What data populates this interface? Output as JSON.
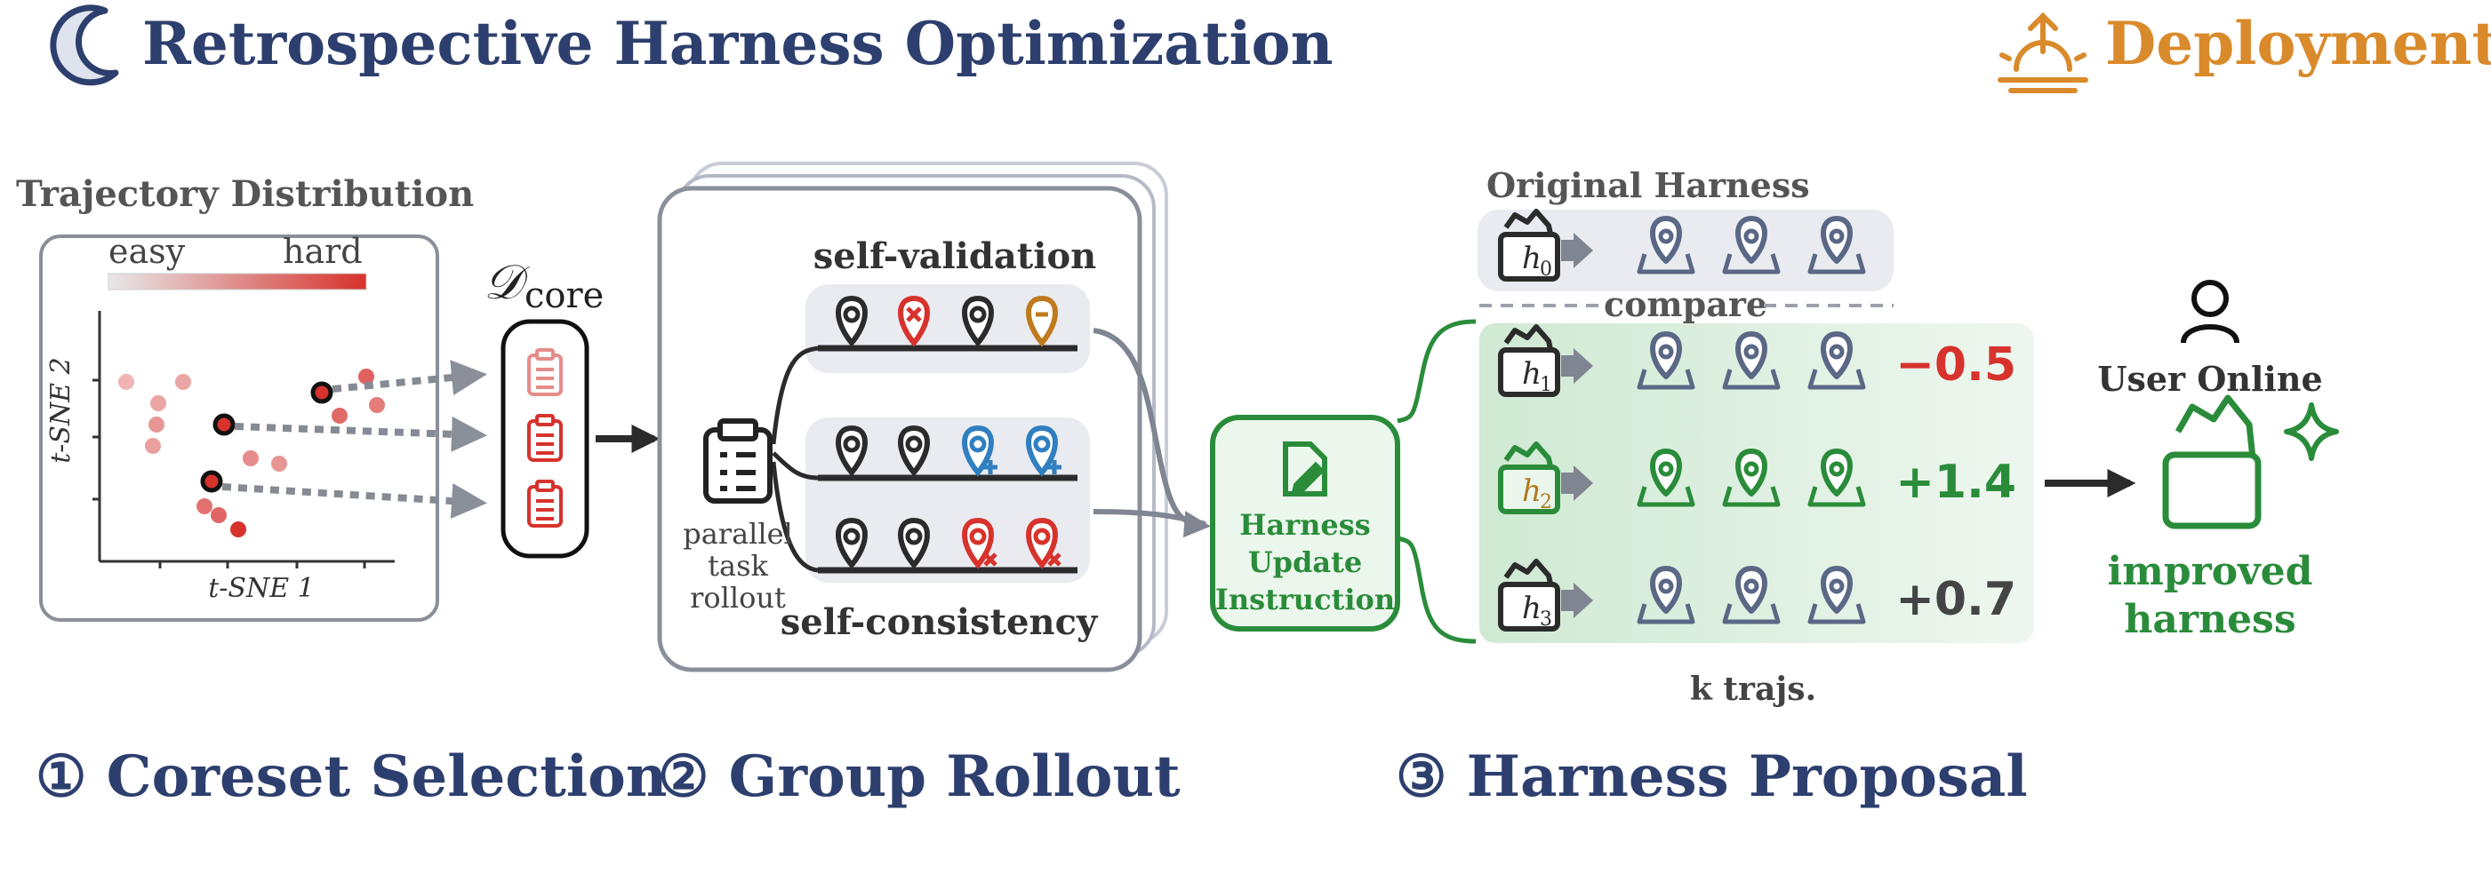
{
  "header": {
    "title": "Retrospective Harness Optimization",
    "deployment_label": "Deployment"
  },
  "coreset": {
    "panel_title": "Trajectory Distribution",
    "easy_label": "easy",
    "hard_label": "hard",
    "y_axis_label": "t-SNE 2",
    "x_axis_label": "t-SNE 1",
    "dcore_symbol": "𝒟",
    "dcore_subscript": "core",
    "step_label": "① Coreset Selection"
  },
  "rollout": {
    "self_validation_label": "self-validation",
    "self_consistency_label": "self-consistency",
    "task_label_lines": [
      "parallel",
      "task",
      "rollout"
    ],
    "step_label": "② Group Rollout"
  },
  "proposal": {
    "original_harness_label": "Original Harness",
    "compare_label": "compare",
    "update_lines": [
      "Harness",
      "Update",
      "Instruction"
    ],
    "harness_rows": [
      {
        "symbol": "h",
        "sub": "0",
        "score": ""
      },
      {
        "symbol": "h",
        "sub": "1",
        "score": "−0.5"
      },
      {
        "symbol": "h",
        "sub": "2",
        "score": "+1.4"
      },
      {
        "symbol": "h",
        "sub": "3",
        "score": "+0.7"
      }
    ],
    "k_trajs_label": "k trajs.",
    "step_label": "③ Harness Proposal"
  },
  "deployment": {
    "user_online_label": "User Online",
    "improved_lines": [
      "improved",
      "harness"
    ]
  },
  "colors": {
    "navy": "#2d3f6e",
    "orange": "#d98a2b",
    "red": "#d7322c",
    "green": "#2a8c3a",
    "gray": "#8a8f99",
    "dark": "#2b2b2b",
    "blue": "#2f7fc1"
  }
}
